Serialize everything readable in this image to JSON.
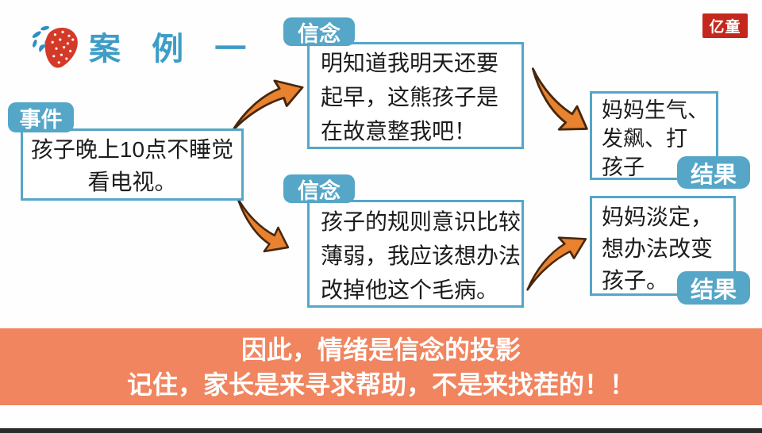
{
  "title": {
    "text": "案 例 一",
    "icon": "strawberry-icon"
  },
  "logo": {
    "text": "亿童"
  },
  "diagram": {
    "event": {
      "label": "事件",
      "lines": [
        "孩子晚上10点不睡觉",
        "看电视。"
      ]
    },
    "beliefs": [
      {
        "label": "信念",
        "lines": [
          "明知道我明天还要",
          "起早，这熊孩子是",
          "在故意整我吧！"
        ]
      },
      {
        "label": "信念",
        "lines": [
          "孩子的规则意识比较",
          "薄弱，我应该想办法",
          "改掉他这个毛病。"
        ]
      }
    ],
    "results": [
      {
        "label": "结果",
        "lines": [
          "妈妈生气、",
          "发飙、打",
          "孩子"
        ]
      },
      {
        "label": "结果",
        "lines": [
          "妈妈淡定，",
          "想办法改变",
          "孩子。"
        ]
      }
    ],
    "arrows": [
      "event-to-belief-1",
      "event-to-belief-2",
      "belief-1-to-result-1",
      "belief-2-to-result-2"
    ]
  },
  "banner": {
    "line1": "因此，情绪是信念的投影",
    "line2": "记住，家长是来寻求帮助，不是来找茬的！！"
  },
  "colors": {
    "accent_blue": "#55a6c7",
    "title_blue": "#3d9dc6",
    "arrow_orange": "#e8822f",
    "banner_orange": "#f0855f",
    "logo_red": "#c4271d",
    "strawberry_red": "#d43a28"
  }
}
